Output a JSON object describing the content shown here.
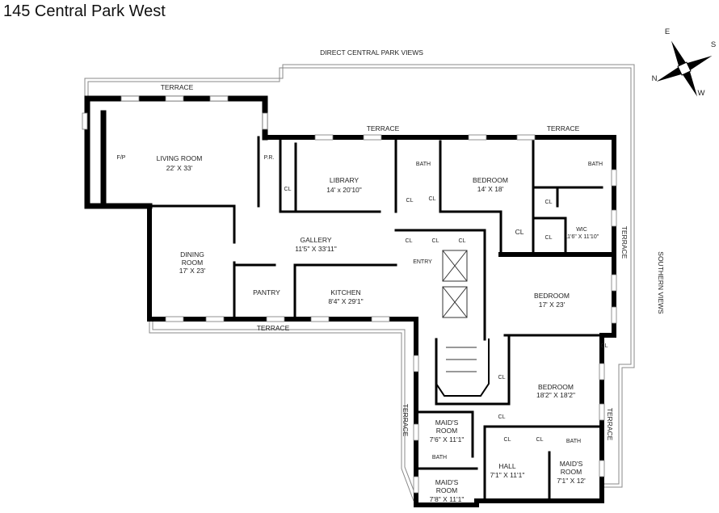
{
  "title": "145 Central Park West",
  "views": {
    "north": "DIRECT CENTRAL PARK VIEWS",
    "south": "SOUTHERN VIEWS"
  },
  "compass": {
    "n": "N",
    "e": "E",
    "s": "S",
    "w": "W"
  },
  "terraces": [
    "TERRACE",
    "TERRACE",
    "TERRACE",
    "TERRACE",
    "TERRACE",
    "TERRACE",
    "TERRACE"
  ],
  "rooms": {
    "living": {
      "name": "LIVING ROOM",
      "dim": "22' X 33'"
    },
    "fireplace": "F/P",
    "powder": "P.R.",
    "library": {
      "name": "LIBRARY",
      "dim": "14' x 20'10\""
    },
    "bedroom1": {
      "name": "BEDROOM",
      "dim": "14' X 18'"
    },
    "bedroom2": {
      "name": "BEDROOM",
      "dim": "17' X 23'"
    },
    "bedroom3": {
      "name": "BEDROOM",
      "dim": "18'2\" X 18'2\""
    },
    "wic": {
      "name": "WIC",
      "dim": "11'6\" X 11'10\""
    },
    "gallery": {
      "name": "GALLERY",
      "dim": "11'5\" X 33'11\""
    },
    "entry": "ENTRY",
    "dining": {
      "name1": "DINING",
      "name2": "ROOM",
      "dim": "17' X 23'"
    },
    "pantry": "PANTRY",
    "kitchen": {
      "name": "KITCHEN",
      "dim": "8'4\" X 29'1\""
    },
    "hall": {
      "name": "HALL",
      "dim": "7'1\" X 11'1\""
    },
    "maid1": {
      "name1": "MAID'S",
      "name2": "ROOM",
      "dim": "7'6\" X 11'1\""
    },
    "maid2": {
      "name1": "MAID'S",
      "name2": "ROOM",
      "dim": "7'8\" X 11'1\""
    },
    "maid3": {
      "name1": "MAID'S",
      "name2": "ROOM",
      "dim": "7'1\" X 12'"
    },
    "bath": "BATH",
    "closet": "CL"
  }
}
